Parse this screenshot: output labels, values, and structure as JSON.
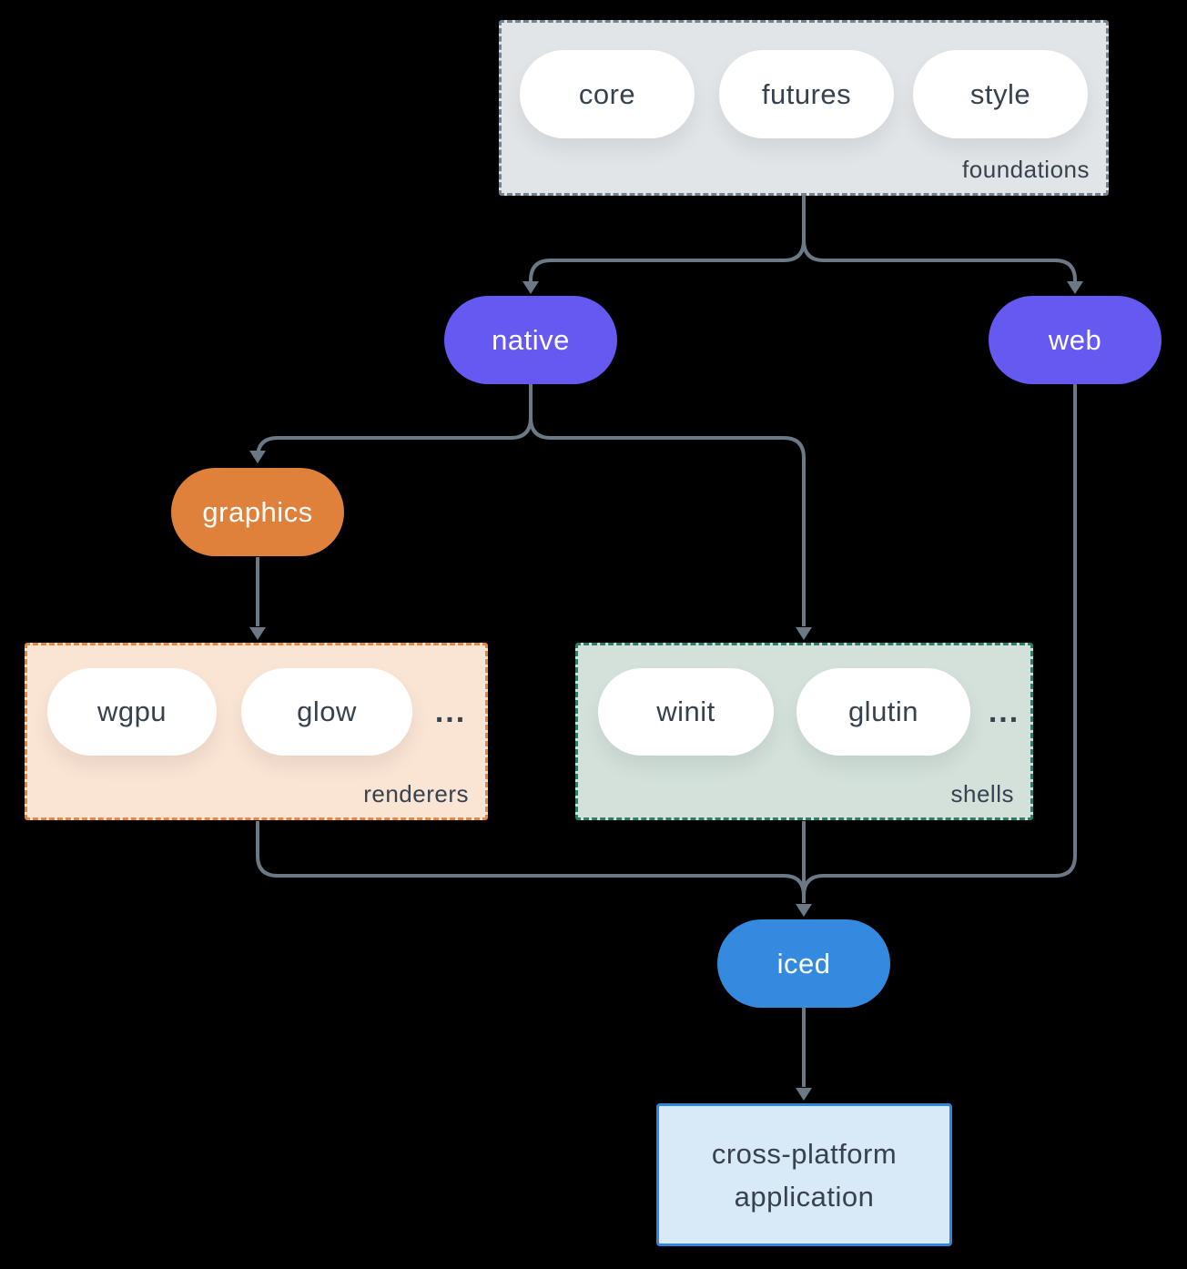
{
  "colors": {
    "background": "#000000",
    "arrow": "#6b7987",
    "purple": "#6559f2",
    "orange": "#e0813b",
    "blue": "#338ade",
    "text_dark": "#37424e",
    "pill_white": "#ffffff",
    "foundations_fill": "#e1e5e8",
    "foundations_border": "#75828f",
    "renderers_fill": "#fae4d4",
    "renderers_border": "#e8873c",
    "shells_fill": "#d3e1da",
    "shells_border": "#2c7d69",
    "app_fill": "#d8e9f8",
    "app_border": "#2f86db"
  },
  "groups": {
    "foundations": {
      "label": "foundations",
      "pills": [
        "core",
        "futures",
        "style"
      ]
    },
    "renderers": {
      "label": "renderers",
      "pills": [
        "wgpu",
        "glow"
      ],
      "more": "..."
    },
    "shells": {
      "label": "shells",
      "pills": [
        "winit",
        "glutin"
      ],
      "more": "..."
    }
  },
  "nodes": {
    "native": "native",
    "web": "web",
    "graphics": "graphics",
    "iced": "iced",
    "application": {
      "line1": "cross-platform",
      "line2": "application"
    }
  }
}
